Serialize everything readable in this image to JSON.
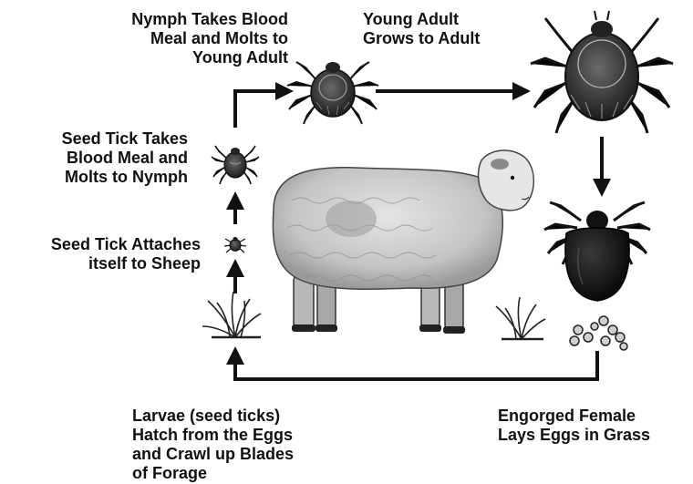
{
  "labels": {
    "nymph_molt": "Nymph Takes Blood\nMeal and Molts to\nYoung Adult",
    "young_adult": "Young Adult\nGrows to Adult",
    "seed_tick_molt": "Seed Tick Takes\nBlood Meal and\nMolts to Nymph",
    "seed_tick_attach": "Seed Tick Attaches\nitself to Sheep",
    "larvae_hatch": "Larvae (seed ticks)\nHatch from the Eggs\nand Crawl up Blades\nof Forage",
    "engorged_female": "Engorged Female\nLays Eggs in Grass"
  },
  "colors": {
    "ink": "#111111",
    "tick_body": "#2a2a2a",
    "engorged_body": "#111111",
    "sheep_wool": "#cfcfcf",
    "sheep_shade": "#8a8a8a"
  },
  "icons": {
    "sheep": "sheep-illustration",
    "seed_tick": "tick-icon",
    "nymph": "tick-icon",
    "adult": "tick-icon",
    "engorged": "engorged-tick-icon",
    "eggs": "eggs-icon",
    "grass": "grass-icon"
  }
}
